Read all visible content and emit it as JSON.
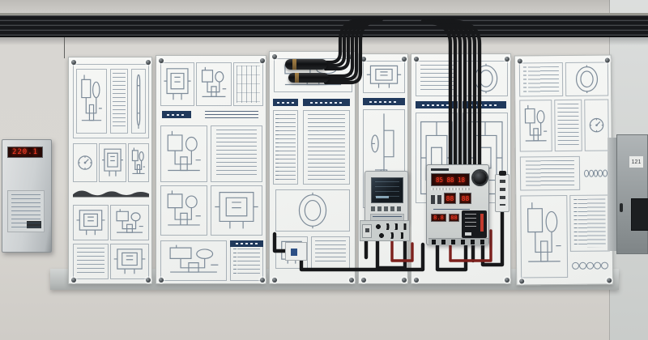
{
  "colors": {
    "navy_header": "#20395c",
    "led_red": "#ff3b26",
    "led_background": "#260a07",
    "cable_black": "#17181a",
    "cable_dark_red": "#7c201c",
    "panel_white": "#f3f4f2",
    "rail_dark": "#1a1b1e",
    "cabinet_gray": "#8e9496",
    "schematic_line": "#7d8b99",
    "wall_gray": "#d8d6d1"
  },
  "stabilizer": {
    "led_text": "220.1"
  },
  "meter": {
    "led_main": "85 88 18",
    "led_mid_left": "88",
    "led_mid_right": "88",
    "led_low_left": "8.8",
    "led_low_right": "88"
  },
  "cabinet": {
    "label": "121"
  },
  "icons": [
    "screw-icon",
    "rotary-knob-icon",
    "led-display",
    "lcd-screen",
    "cable-bundle",
    "cable-gland-cylinder",
    "terminal-socket",
    "gauge-icon",
    "gasket-profile"
  ]
}
